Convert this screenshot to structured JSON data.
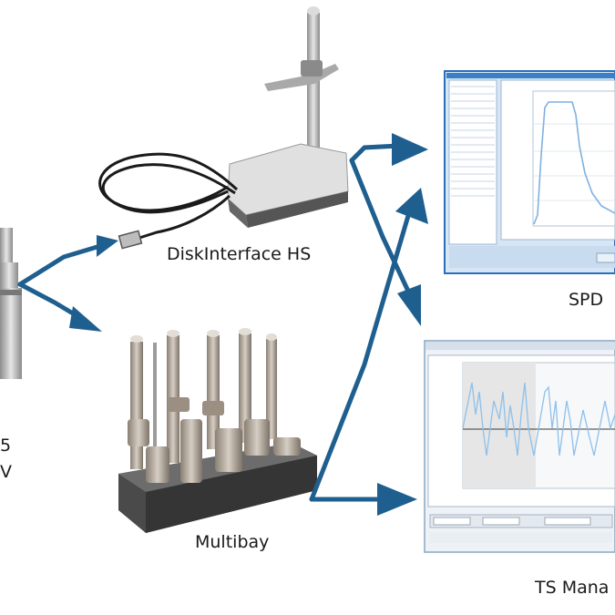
{
  "labels": {
    "diskinterface": "DiskInterface HS",
    "spd": "SPD",
    "multibay": "Multibay",
    "tsmanager": "TS Mana",
    "left_line1": "5",
    "left_line2": "V"
  },
  "colors": {
    "arrow": "#1f5f8f",
    "text": "#1a1a1a",
    "metal": "#b8b8b8",
    "screen_frame": "#2a6fb8",
    "plot_line_spd": "#7fb0e0",
    "plot_line_ts": "#8ec0ea"
  },
  "icons": {
    "device": "probe-device-icon",
    "cable": "usb-cable-icon"
  }
}
